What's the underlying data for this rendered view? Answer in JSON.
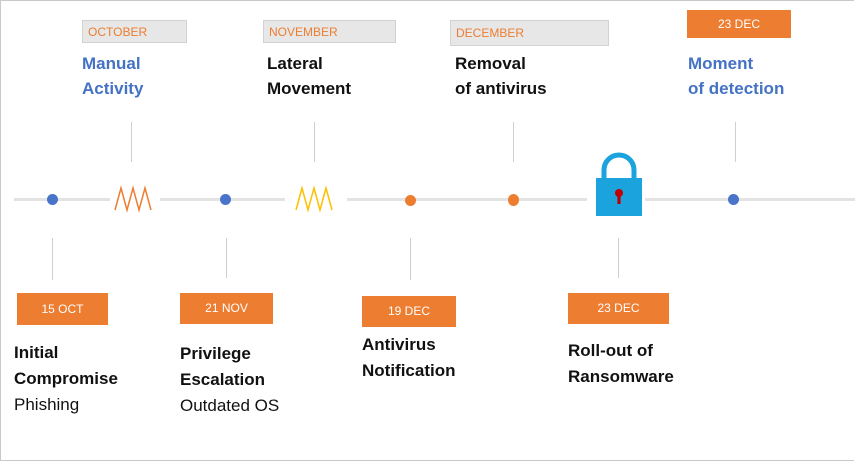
{
  "colors": {
    "accent_orange": "#ed7d31",
    "accent_blue": "#4472c4",
    "dot_blue": "#4a74c9",
    "lock_cyan": "#1aa3dc",
    "zigzag_yellow": "#ffc000",
    "text_dark": "#111111"
  },
  "months": {
    "october": "OCTOBER",
    "november": "NOVEMBER",
    "december": "DECEMBER"
  },
  "top_events": {
    "manual_activity": {
      "line1": "Manual",
      "line2": "Activity"
    },
    "lateral_movement": {
      "line1": "Lateral",
      "line2": "Movement"
    },
    "removal_antivirus": {
      "line1": "Removal",
      "line2": "of antivirus"
    },
    "moment_detection": {
      "date": "23 DEC",
      "line1": "Moment",
      "line2": "of detection"
    }
  },
  "bottom_events": {
    "initial_compromise": {
      "date": "15 OCT",
      "line1": "Initial",
      "line2": "Compromise",
      "sub": "Phishing"
    },
    "privilege_escalation": {
      "date": "21 NOV",
      "line1": "Privilege",
      "line2": "Escalation",
      "sub": "Outdated OS"
    },
    "antivirus_notification": {
      "date": "19 DEC",
      "line1": "Antivirus",
      "line2": "Notification"
    },
    "ransomware_rollout": {
      "date": "23 DEC",
      "line1": "Roll-out of",
      "line2": "Ransomware"
    }
  },
  "icons": {
    "lock": "padlock-icon",
    "zigzag": "zigzag-icon"
  }
}
